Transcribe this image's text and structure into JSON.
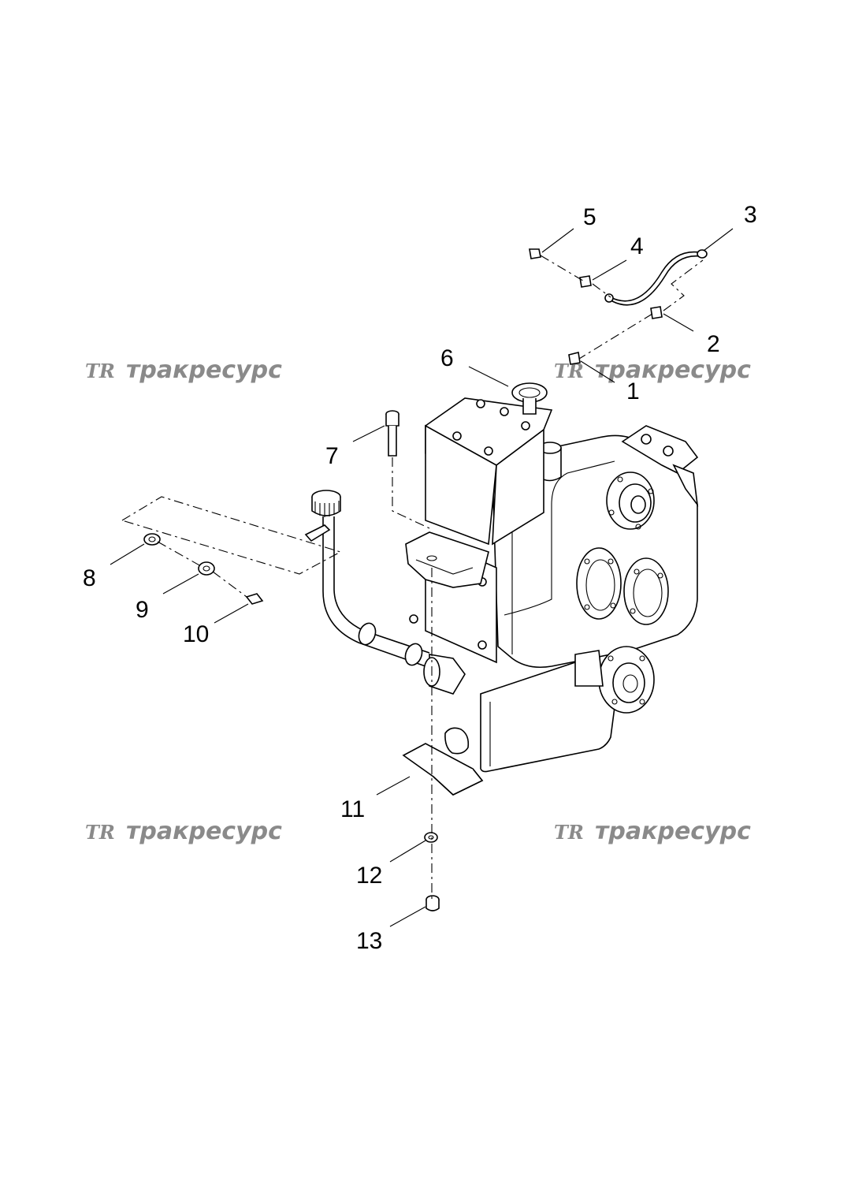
{
  "watermark": {
    "logo": "TR",
    "text": "тракресурс"
  },
  "callouts": [
    "1",
    "2",
    "3",
    "4",
    "5",
    "6",
    "7",
    "8",
    "9",
    "10",
    "11",
    "12",
    "13"
  ],
  "colors": {
    "line": "#000000",
    "watermark": "#8a8a8a",
    "background": "#ffffff"
  }
}
